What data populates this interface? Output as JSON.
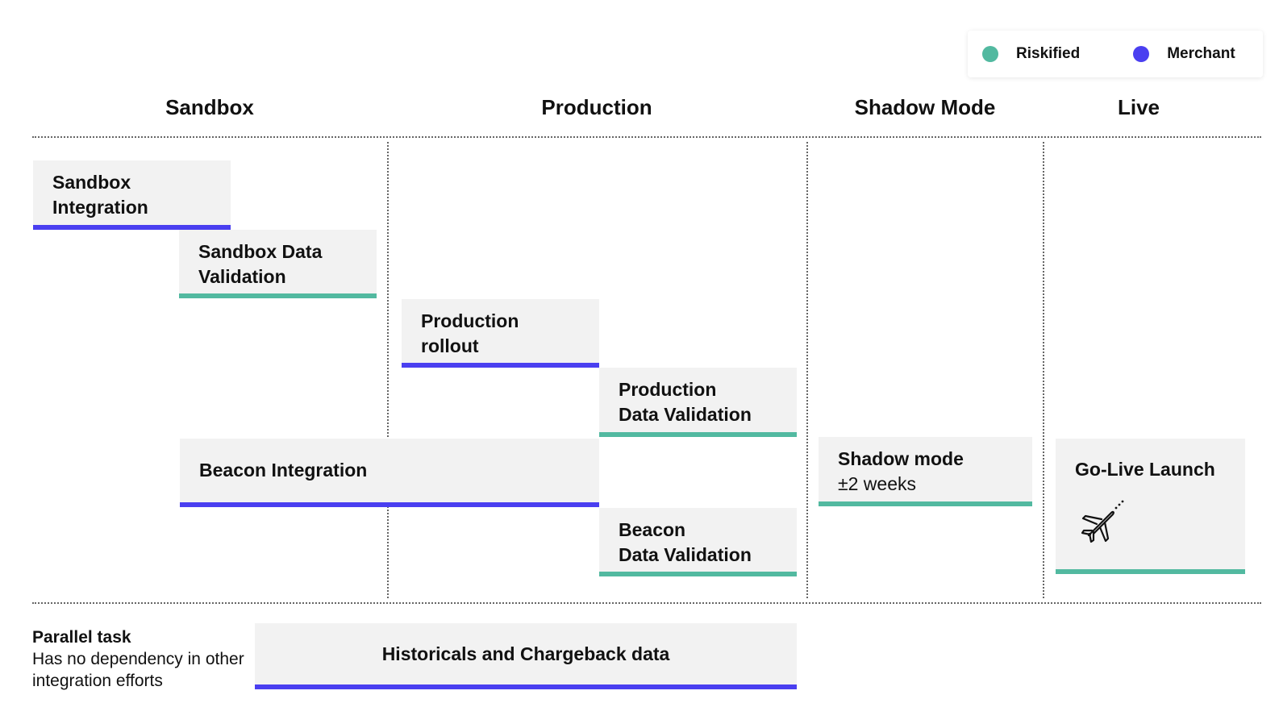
{
  "legend": {
    "items": [
      {
        "label": "Riskified",
        "color": "#52b9a0"
      },
      {
        "label": "Merchant",
        "color": "#4a3ff0"
      }
    ]
  },
  "phases": [
    "Sandbox",
    "Production",
    "Shadow Mode",
    "Live"
  ],
  "tasks": {
    "sandbox_integration": {
      "label": "Sandbox\nIntegration",
      "owner": "Merchant"
    },
    "sandbox_data_validation": {
      "label": "Sandbox Data\nValidation",
      "owner": "Riskified"
    },
    "production_rollout": {
      "label": "Production\nrollout",
      "owner": "Merchant"
    },
    "production_data_validation": {
      "label": "Production\nData Validation",
      "owner": "Riskified"
    },
    "beacon_integration": {
      "label": "Beacon Integration",
      "owner": "Merchant"
    },
    "beacon_data_validation": {
      "label": "Beacon\nData Validation",
      "owner": "Riskified"
    },
    "shadow_mode": {
      "label": "Shadow mode",
      "sub": "±2 weeks",
      "owner": "Riskified"
    },
    "go_live_launch": {
      "label": "Go-Live Launch",
      "icon": "airplane-icon",
      "owner": "Riskified"
    },
    "historicals": {
      "label": "Historicals and Chargeback data",
      "owner": "Merchant"
    }
  },
  "parallel": {
    "title": "Parallel task",
    "description": "Has no dependency in other integration efforts"
  }
}
